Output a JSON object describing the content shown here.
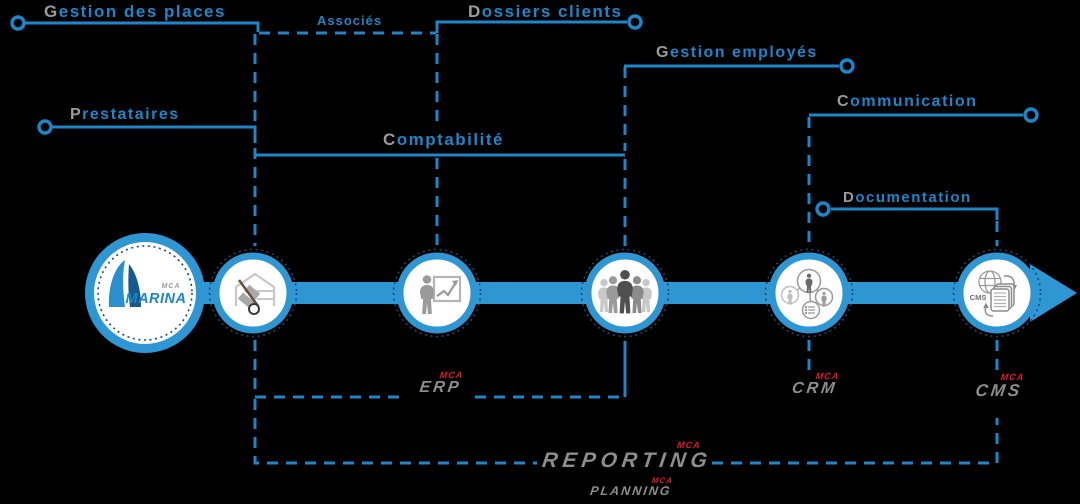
{
  "colors": {
    "background": "#000000",
    "line_blue": "#1d86c8",
    "arrow_blue": "#2e96d3",
    "dotted_ring_navy": "#1c4a6e",
    "gray_first_letter": "#9b9b9b",
    "module_name_gray": "#8d8d8d",
    "mca_red": "#e11b2b",
    "icon_gray": "#9a9a9a"
  },
  "logo": {
    "brand": "MCA",
    "name": "MARINA"
  },
  "top_labels": [
    {
      "id": "gestion-places",
      "first": "G",
      "rest": "estion des places"
    },
    {
      "id": "prestataires",
      "first": "P",
      "rest": "restataires"
    },
    {
      "id": "associes",
      "first": "",
      "rest": "Associés"
    },
    {
      "id": "dossiers-clients",
      "first": "D",
      "rest": "ossiers clients"
    },
    {
      "id": "comptabilite",
      "first": "C",
      "rest": "omptabilité"
    },
    {
      "id": "gestion-employes",
      "first": "G",
      "rest": "estion employés"
    },
    {
      "id": "communication",
      "first": "C",
      "rest": "ommunication"
    },
    {
      "id": "documentation",
      "first": "D",
      "rest": "ocumentation"
    }
  ],
  "modules": [
    {
      "id": "erp",
      "brand": "MCA",
      "name": "ERP"
    },
    {
      "id": "crm",
      "brand": "MCA",
      "name": "CRM"
    },
    {
      "id": "cms",
      "brand": "MCA",
      "name": "CMS"
    },
    {
      "id": "reporting",
      "brand": "MCA",
      "name": "REPORTING"
    },
    {
      "id": "planning",
      "brand": "MCA",
      "name": "PLANNING"
    }
  ],
  "cms_icon_label": "CMS"
}
